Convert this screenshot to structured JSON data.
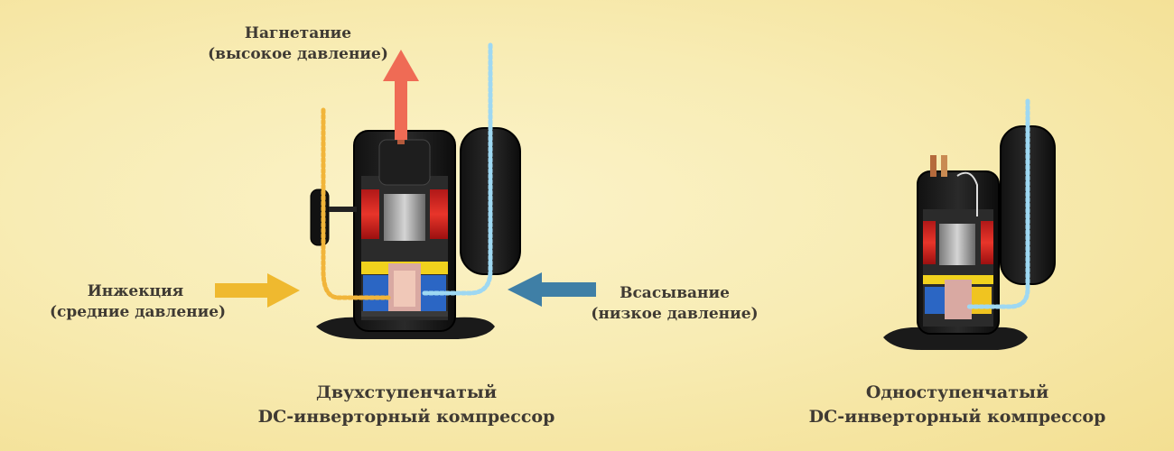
{
  "labels": {
    "discharge": {
      "line1": "Нагнетание",
      "line2": "(высокое давление)"
    },
    "injection": {
      "line1": "Инжекция",
      "line2": "(средние давление)"
    },
    "suction": {
      "line1": "Всасывание",
      "line2": "(низкое давление)"
    }
  },
  "compressors": [
    {
      "title_line1": "Двухступенчатый",
      "title_line2": "DC-инверторный компрессор"
    },
    {
      "title_line1": "Одноступенчатый",
      "title_line2": "DC-инверторный компрессор"
    }
  ],
  "colors": {
    "discharge": "#ef6b55",
    "injection": "#efb92f",
    "suction": "#3f7fa6",
    "text": "#3f3a33"
  }
}
